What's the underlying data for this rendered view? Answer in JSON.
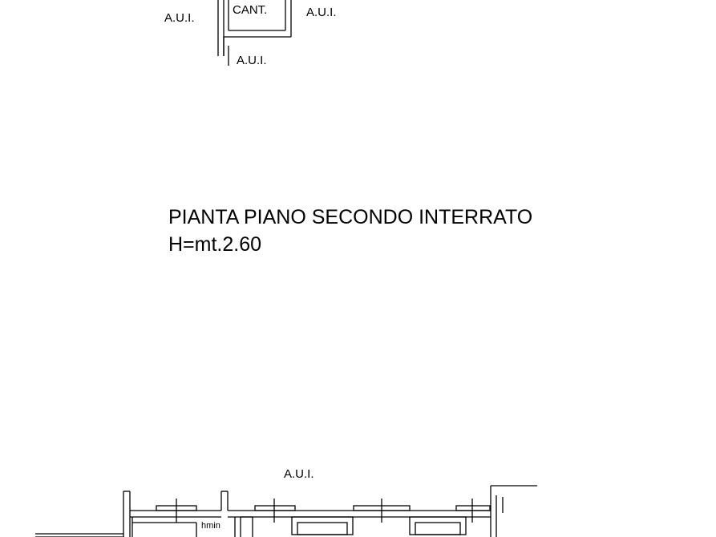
{
  "plan": {
    "title": "PIANTA PIANO SECONDO INTERRATO",
    "height_note": "H=mt.2.60",
    "labels": {
      "aui_top_left": "A.U.I.",
      "cantina": "CANT.",
      "aui_top_right": "A.U.I.",
      "aui_top_bottom": "A.U.I.",
      "aui_lower": "A.U.I.",
      "hmin": "hmin"
    }
  }
}
